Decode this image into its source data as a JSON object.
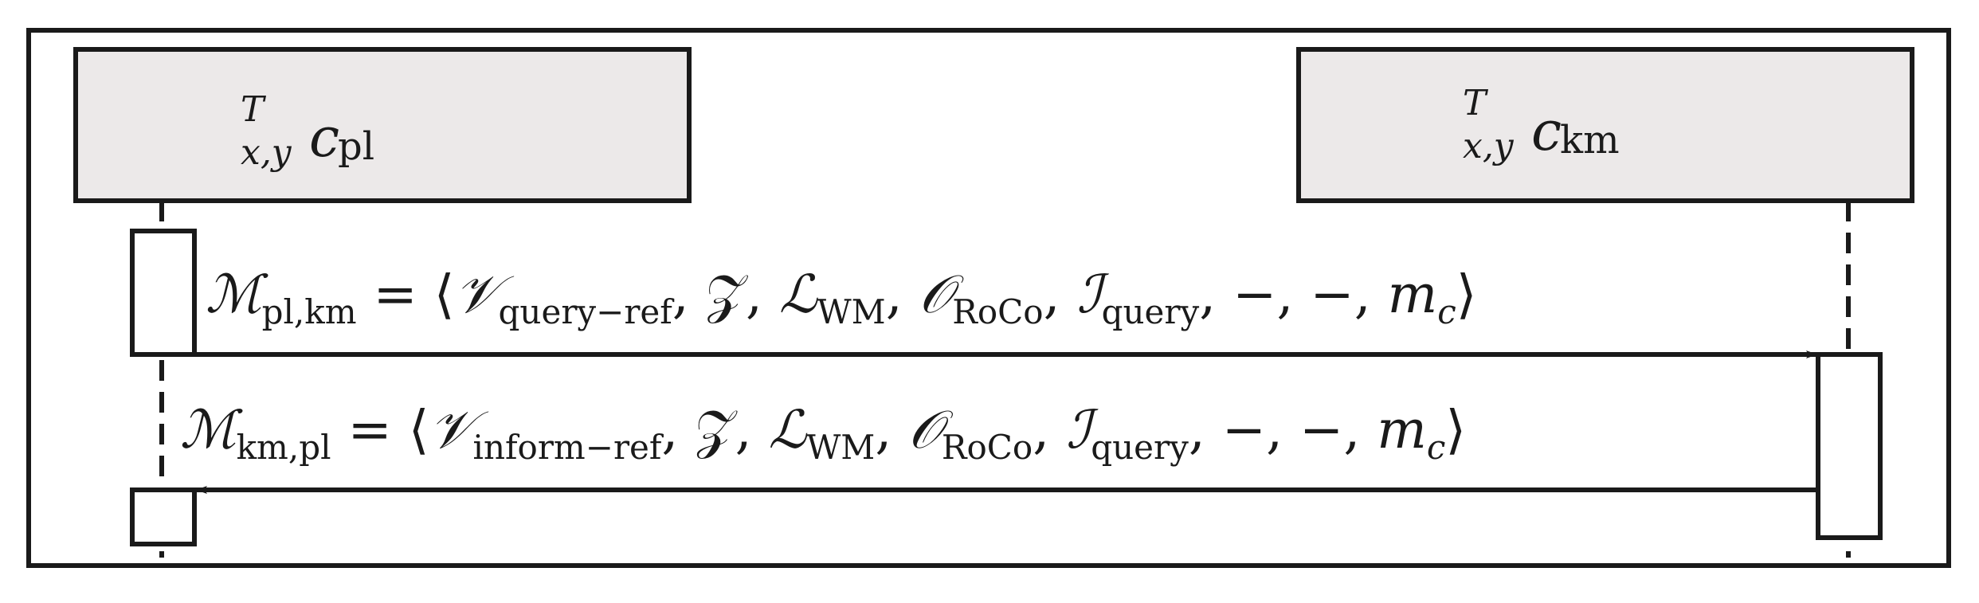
{
  "participants": {
    "left": {
      "superscript": "T",
      "subscript": "x,y",
      "symbol": "c",
      "symbol_subscript": "pl"
    },
    "right": {
      "superscript": "T",
      "subscript": "x,y",
      "symbol": "c",
      "symbol_subscript": "km"
    }
  },
  "messages": {
    "query": {
      "symbol": "ℳ",
      "symbol_subscript": "pl,km",
      "eq": " = ⟨",
      "v_symbol": "𝒱",
      "v_subscript": "query−ref",
      "sep_z": ", 𝒵, ",
      "l_symbol": "ℒ",
      "l_subscript": "WM",
      "sep_o": ", ",
      "o_symbol": "𝒪",
      "o_subscript": "RoCo",
      "sep_i": ", ",
      "i_symbol": "ℐ",
      "i_subscript": "query",
      "tail": ", −, −, ",
      "m_symbol": "m",
      "m_subscript": "c",
      "close": "⟩"
    },
    "inform": {
      "symbol": "ℳ",
      "symbol_subscript": "km,pl",
      "eq": " = ⟨",
      "v_symbol": "𝒱",
      "v_subscript": "inform−ref",
      "sep_z": ", 𝒵, ",
      "l_symbol": "ℒ",
      "l_subscript": "WM",
      "sep_o": ", ",
      "o_symbol": "𝒪",
      "o_subscript": "RoCo",
      "sep_i": ", ",
      "i_symbol": "ℐ",
      "i_subscript": "query",
      "tail": ", −, −, ",
      "m_symbol": "m",
      "m_subscript": "c",
      "close": "⟩"
    }
  },
  "colors": {
    "box_fill": "#ece9e9",
    "stroke": "#1a1a1a"
  }
}
